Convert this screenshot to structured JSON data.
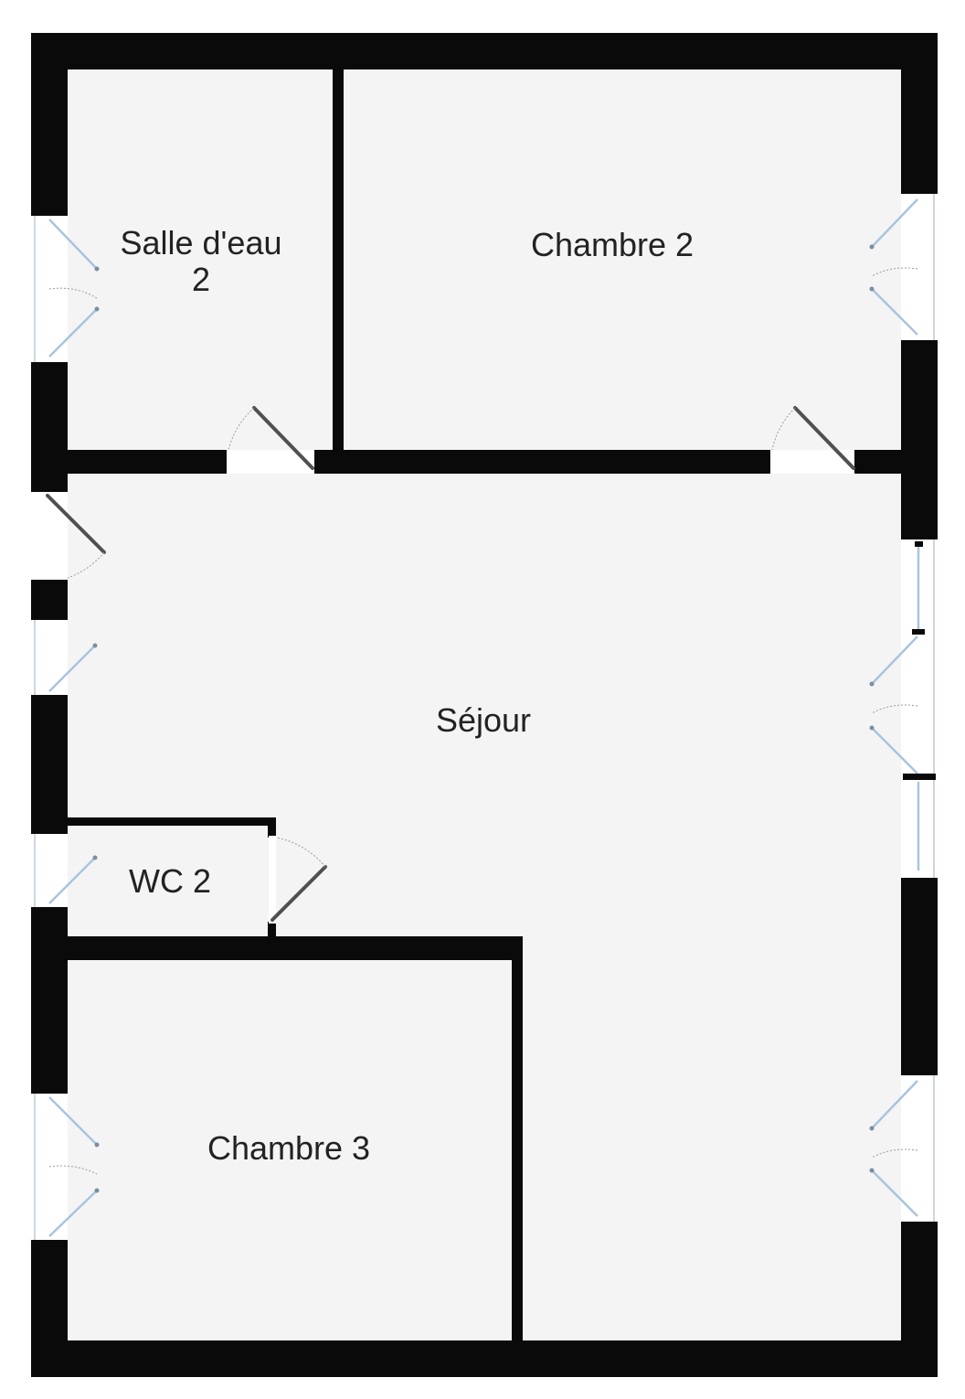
{
  "floor_plan": {
    "rooms": [
      {
        "id": "salle-d-eau-2",
        "label_line1": "Salle d'eau",
        "label_line2": "2"
      },
      {
        "id": "chambre-2",
        "label": "Chambre 2"
      },
      {
        "id": "sejour",
        "label": "Séjour"
      },
      {
        "id": "wc-2",
        "label": "WC 2"
      },
      {
        "id": "chambre-3",
        "label": "Chambre 3"
      }
    ],
    "colors": {
      "wall": "#0a0a0a",
      "floor": "#f4f4f5",
      "window": "#a9c4dd",
      "door": "#505050"
    }
  }
}
